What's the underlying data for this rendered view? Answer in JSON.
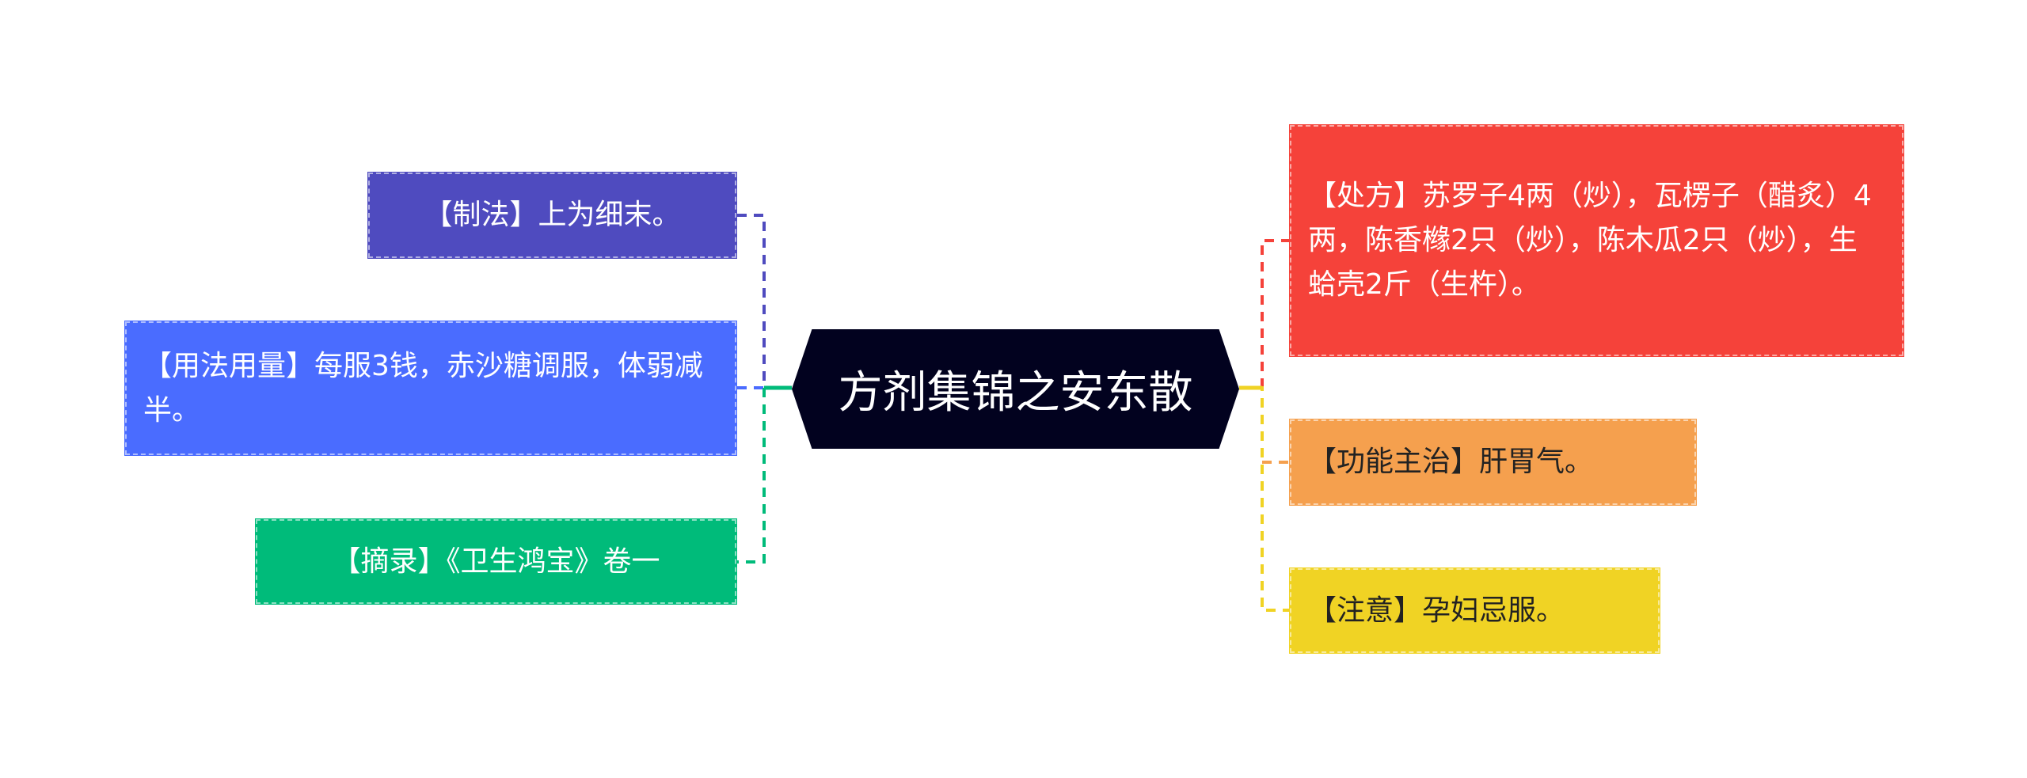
{
  "center": {
    "title": "方剂集锦之安东散",
    "color": "#02021f"
  },
  "left_nodes": [
    {
      "label": "【制法】上为细末。",
      "color": "#4f4bbf"
    },
    {
      "label": "【用法用量】每服3钱，赤沙糖调服，体弱减半。",
      "color": "#4a6cff"
    },
    {
      "label": "【摘录】《卫生鸿宝》卷一",
      "color": "#00bb7a"
    }
  ],
  "right_nodes": [
    {
      "label": "【处方】苏罗子4两（炒），瓦楞子（醋炙）4两，陈香橼2只（炒），陈木瓜2只（炒），生蛤壳2斤（生杵）。",
      "color": "#f5423a"
    },
    {
      "label": "【功能主治】肝胃气。",
      "color": "#f5a04e"
    },
    {
      "label": "【注意】孕妇忌服。",
      "color": "#f0d324"
    }
  ]
}
